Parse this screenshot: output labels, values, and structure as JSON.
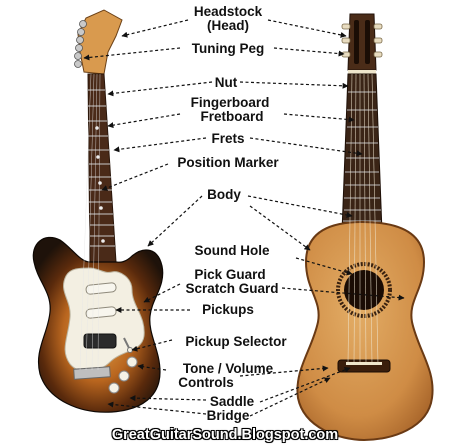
{
  "labels": {
    "headstock": "Headstock",
    "headstock_sub": "(Head)",
    "tuning_peg": "Tuning Peg",
    "nut": "Nut",
    "fingerboard": "Fingerboard",
    "fretboard": "Fretboard",
    "frets": "Frets",
    "position_marker": "Position Marker",
    "body": "Body",
    "sound_hole": "Sound Hole",
    "pick_guard": "Pick Guard",
    "scratch_guard": "Scratch Guard",
    "pickups": "Pickups",
    "pickup_selector": "Pickup Selector",
    "tone_volume": "Tone / Volume",
    "controls": "Controls",
    "saddle": "Saddle",
    "bridge": "Bridge"
  },
  "footer": "GreatGuitarSound.Blogspot.com",
  "colors": {
    "sunburst_dark": "#1e120a",
    "sunburst_mid": "#7a3d12",
    "sunburst_light": "#e2a34a",
    "maple_neck": "#d99a4e",
    "rosewood": "#4a2a18",
    "pickguard": "#f3efe2",
    "spruce_top": "#d6974f",
    "classical_neck": "#3a2416"
  }
}
